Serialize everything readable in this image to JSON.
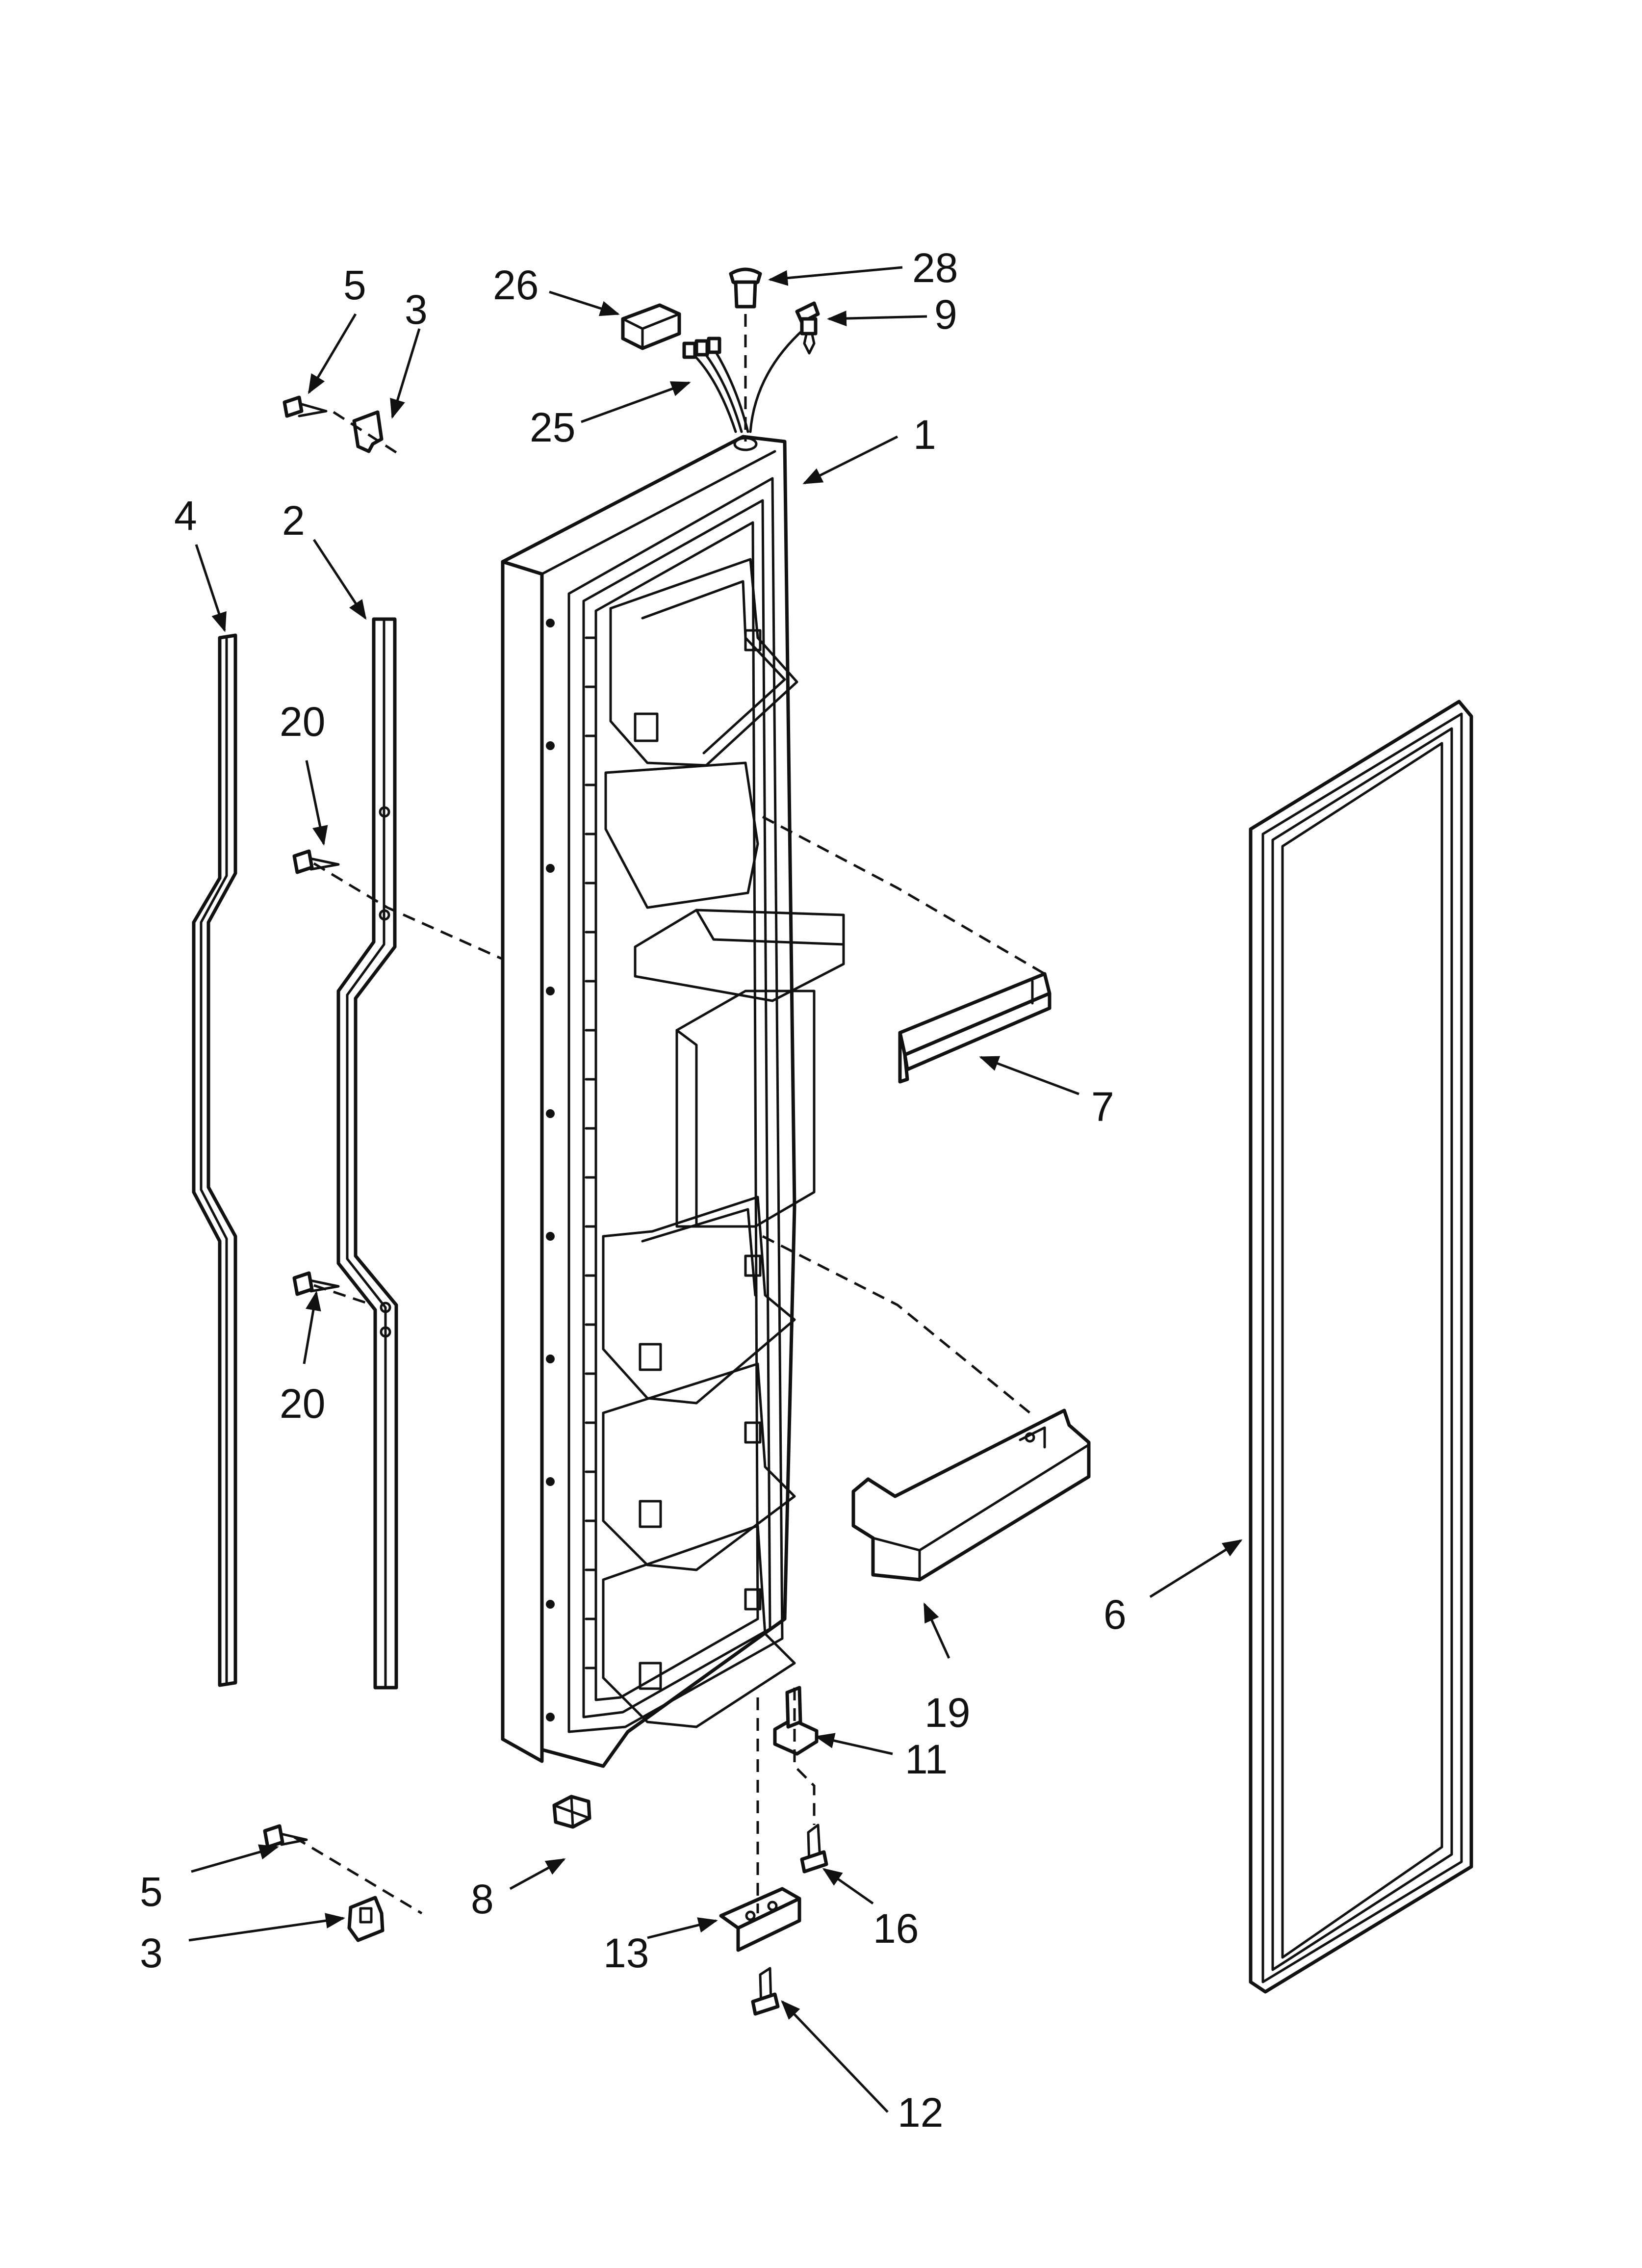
{
  "colors": {
    "line": "#111111",
    "background": "#ffffff"
  },
  "callouts": {
    "c28": "28",
    "c26": "26",
    "c9": "9",
    "c25": "25",
    "c1": "1",
    "c5_top": "5",
    "c3_top": "3",
    "c4": "4",
    "c2": "2",
    "c20_top": "20",
    "c20_bottom": "20",
    "c7": "7",
    "c6": "6",
    "c19": "19",
    "c11": "11",
    "c16": "16",
    "c5_bottom": "5",
    "c3_bottom": "3",
    "c8": "8",
    "c13": "13",
    "c12": "12"
  }
}
